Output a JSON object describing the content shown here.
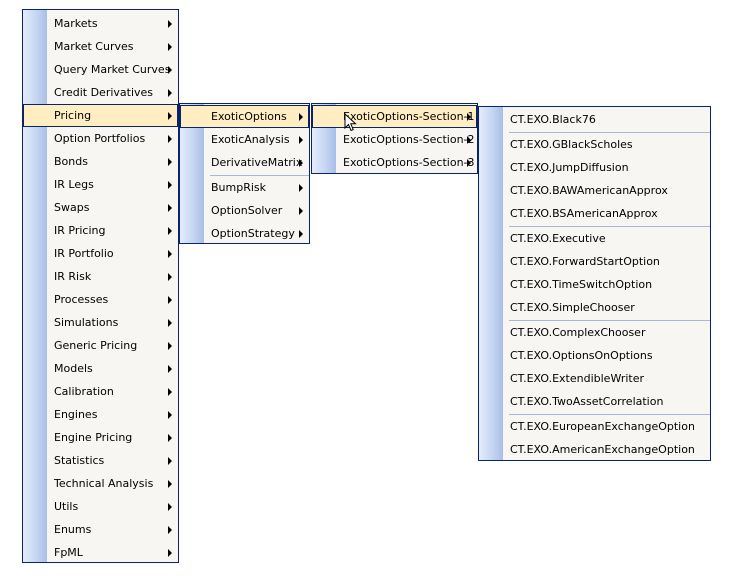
{
  "menu1": {
    "items": [
      {
        "label": "Markets",
        "sub": true
      },
      {
        "label": "Market Curves",
        "sub": true
      },
      {
        "label": "Query Market Curves",
        "sub": true
      },
      {
        "label": "Credit Derivatives",
        "sub": true
      },
      {
        "label": "Pricing",
        "sub": true,
        "hl": true
      },
      {
        "label": "Option Portfolios",
        "sub": true
      },
      {
        "label": "Bonds",
        "sub": true
      },
      {
        "label": "IR Legs",
        "sub": true
      },
      {
        "label": "Swaps",
        "sub": true
      },
      {
        "label": "IR Pricing",
        "sub": true
      },
      {
        "label": "IR Portfolio",
        "sub": true
      },
      {
        "label": "IR Risk",
        "sub": true
      },
      {
        "label": "Processes",
        "sub": true
      },
      {
        "label": "Simulations",
        "sub": true
      },
      {
        "label": "Generic Pricing",
        "sub": true
      },
      {
        "label": "Models",
        "sub": true
      },
      {
        "label": "Calibration",
        "sub": true
      },
      {
        "label": "Engines",
        "sub": true
      },
      {
        "label": "Engine Pricing",
        "sub": true
      },
      {
        "label": "Statistics",
        "sub": true
      },
      {
        "label": "Technical Analysis",
        "sub": true
      },
      {
        "label": "Utils",
        "sub": true
      },
      {
        "label": "Enums",
        "sub": true
      },
      {
        "label": "FpML",
        "sub": true
      }
    ]
  },
  "menu2": {
    "items": [
      {
        "label": "ExoticOptions",
        "sub": true,
        "hl": true
      },
      {
        "label": "ExoticAnalysis",
        "sub": true
      },
      {
        "label": "DerivativeMatrix",
        "sub": true,
        "sep_after": true
      },
      {
        "label": "BumpRisk",
        "sub": true
      },
      {
        "label": "OptionSolver",
        "sub": true
      },
      {
        "label": "OptionStrategy",
        "sub": true
      }
    ]
  },
  "menu3": {
    "items": [
      {
        "label": "ExoticOptions-Section-1",
        "sub": true,
        "hl": true
      },
      {
        "label": "ExoticOptions-Section-2",
        "sub": true
      },
      {
        "label": "ExoticOptions-Section-3",
        "sub": true
      }
    ]
  },
  "menu4": {
    "items": [
      {
        "label": "CT.EXO.Black76",
        "sep_after": true
      },
      {
        "label": "CT.EXO.GBlackScholes"
      },
      {
        "label": "CT.EXO.JumpDiffusion"
      },
      {
        "label": "CT.EXO.BAWAmericanApprox"
      },
      {
        "label": "CT.EXO.BSAmericanApprox",
        "sep_after": true
      },
      {
        "label": "CT.EXO.Executive"
      },
      {
        "label": "CT.EXO.ForwardStartOption"
      },
      {
        "label": "CT.EXO.TimeSwitchOption"
      },
      {
        "label": "CT.EXO.SimpleChooser",
        "sep_after": true
      },
      {
        "label": "CT.EXO.ComplexChooser"
      },
      {
        "label": "CT.EXO.OptionsOnOptions"
      },
      {
        "label": "CT.EXO.ExtendibleWriter"
      },
      {
        "label": "CT.EXO.TwoAssetCorrelation",
        "sep_after": true
      },
      {
        "label": "CT.EXO.EuropeanExchangeOption"
      },
      {
        "label": "CT.EXO.AmericanExchangeOption"
      }
    ]
  },
  "colors": {
    "highlight": "#ffeec2",
    "border": "#0a246a",
    "menu_bg": "#f7f6f3"
  }
}
